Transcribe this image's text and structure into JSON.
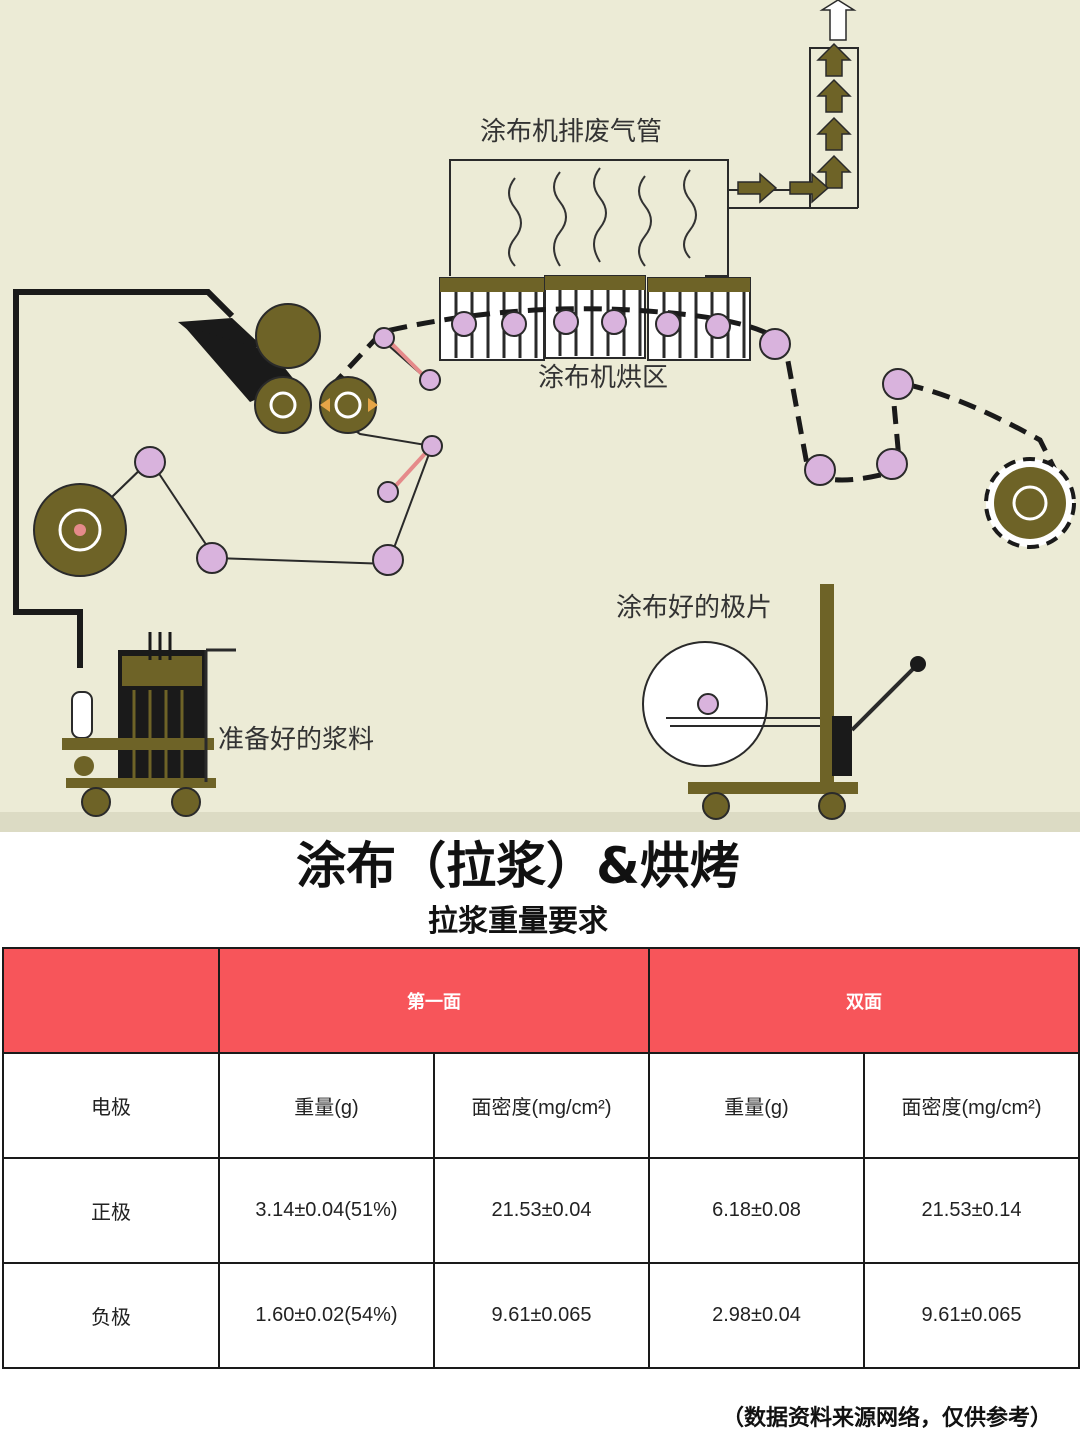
{
  "diagram": {
    "label_exhaust": "涂布机排废气管",
    "label_oven": "涂布机烘区",
    "label_coated_sheet": "涂布好的极片",
    "label_slurry": "准备好的浆料"
  },
  "title": "涂布（拉浆）&烘烤",
  "subtitle": "拉浆重量要求",
  "table": {
    "group_headers": [
      "",
      "第一面",
      "双面"
    ],
    "columns": [
      "电极",
      "重量(g)",
      "面密度(mg/cm²)",
      "重量(g)",
      "面密度(mg/cm²)"
    ],
    "rows": [
      [
        "正极",
        "3.14±0.04(51%)",
        "21.53±0.04",
        "6.18±0.08",
        "21.53±0.14"
      ],
      [
        "负极",
        "1.60±0.02(54%)",
        "9.61±0.065",
        "2.98±0.04",
        "9.61±0.065"
      ]
    ]
  },
  "note": "（数据资料来源网络，仅供参考）",
  "colors": {
    "header_red": "#f7555a",
    "diagram_bg": "#ecebd6",
    "machine_olive": "#6e6327",
    "roller_pink": "#d9b3dd"
  }
}
